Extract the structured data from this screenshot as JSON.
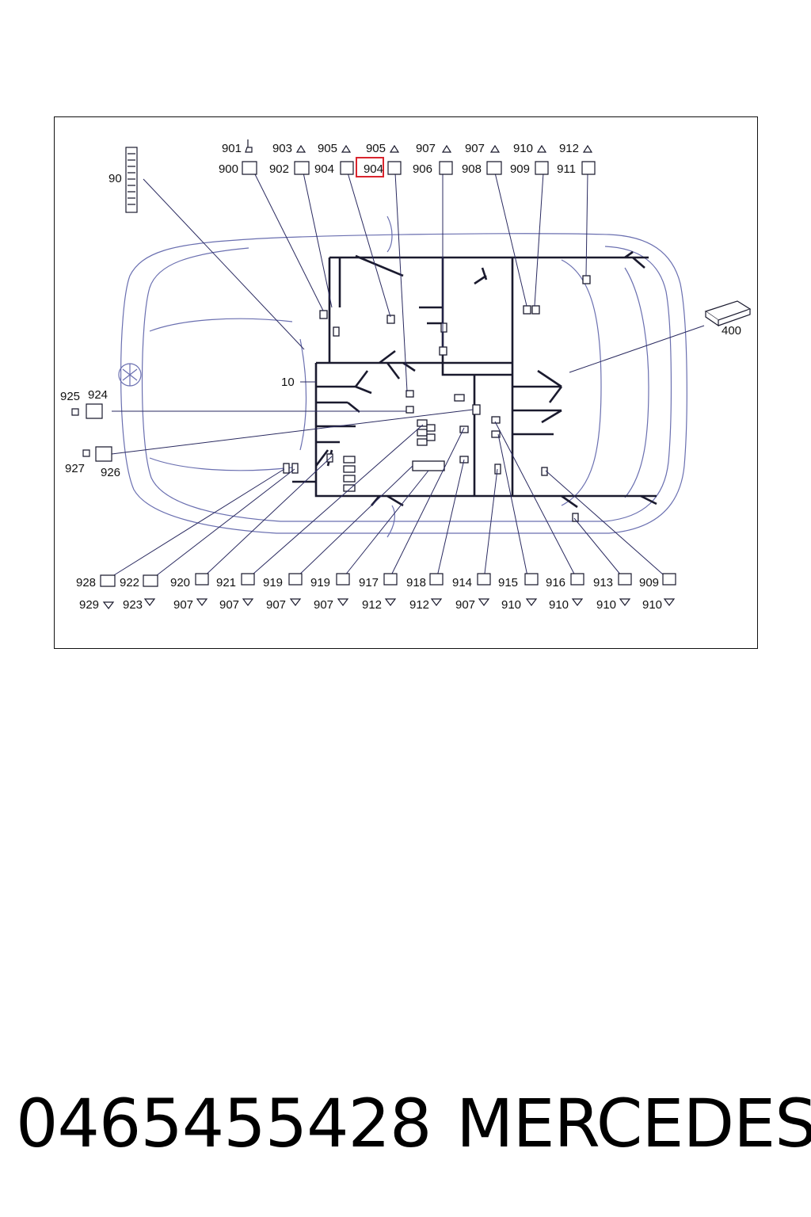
{
  "diagram": {
    "highlight_color": "#d9252e",
    "line_color": "#1a1a2e",
    "outline_color": "#6a6fb0",
    "top_row_upper": [
      "901",
      "903",
      "905",
      "905",
      "907",
      "907",
      "910",
      "912"
    ],
    "top_row_lower": [
      "900",
      "902",
      "904",
      "904",
      "906",
      "908",
      "909",
      "911"
    ],
    "left_labels": [
      "90",
      "925",
      "924",
      "927",
      "926",
      "10"
    ],
    "right_labels": [
      "400"
    ],
    "bottom_row_upper": [
      "928",
      "922",
      "920",
      "921",
      "919",
      "919",
      "917",
      "918",
      "914",
      "915",
      "916",
      "913",
      "909"
    ],
    "bottom_row_lower": [
      "929",
      "923",
      "907",
      "907",
      "907",
      "907",
      "912",
      "912",
      "907",
      "910",
      "910",
      "910",
      "910"
    ],
    "highlighted_label": "904"
  },
  "footer": {
    "part_number": "0465455428",
    "brand": "MERCEDES"
  }
}
